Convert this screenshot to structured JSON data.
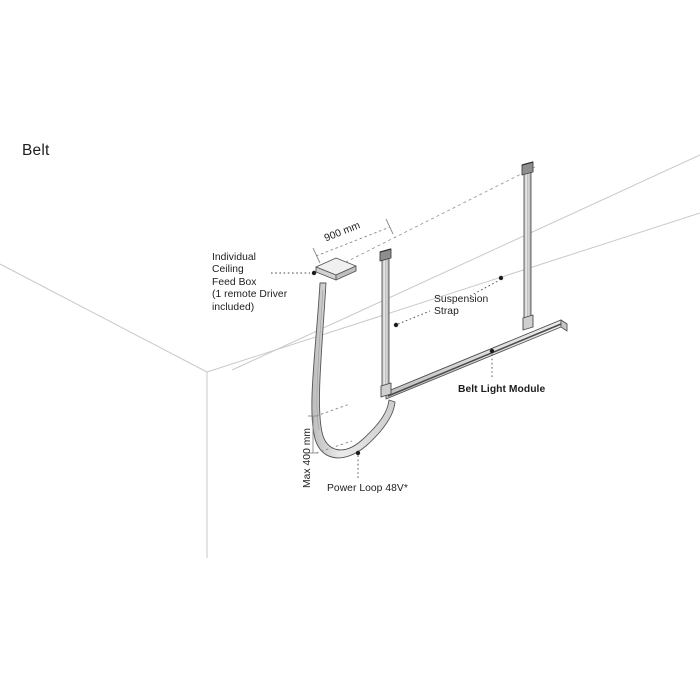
{
  "page": {
    "title": "Belt",
    "background_color": "#ffffff",
    "line_color": "#5a5a5a",
    "room_line_color": "#c9c9c9",
    "part_fill": "#d9d9d9",
    "part_fill_light": "#ededed",
    "text_color": "#1d1d1f"
  },
  "annotations": {
    "feed_box": "Individual\nCeiling\nFeed Box\n(1 remote Driver\nincluded)",
    "suspension_strap": "Suspension\nStrap",
    "light_module": "Belt Light Module",
    "power_loop": "Power Loop 48V*"
  },
  "dimensions": {
    "horizontal": "900 mm",
    "vertical": "Max 400 mm"
  },
  "diagram": {
    "type": "isometric-product-drawing",
    "product": "Belt",
    "components": [
      "Individual Ceiling Feed Box",
      "Suspension Strap",
      "Belt Light Module",
      "Power Loop 48V*"
    ]
  }
}
